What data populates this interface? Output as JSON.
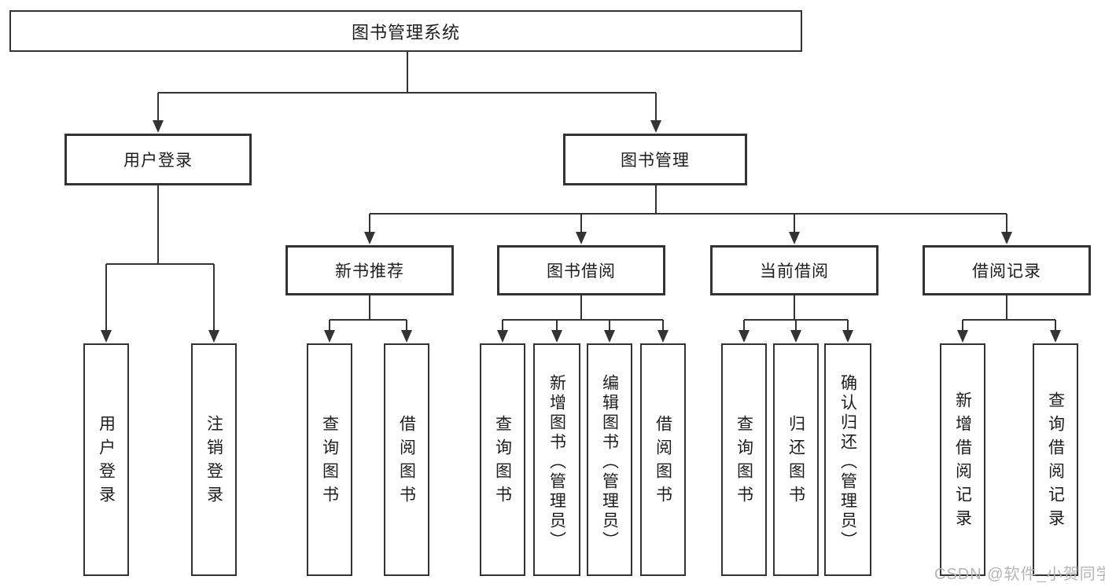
{
  "nodes": {
    "root": "图书管理系统",
    "user_login": "用户登录",
    "book_mgmt": "图书管理",
    "new_book_rec": "新书推荐",
    "book_borrow": "图书借阅",
    "current_borrow": "当前借阅",
    "borrow_records": "借阅记录",
    "leaf_user_login": "用户登录",
    "leaf_logout": "注销登录",
    "leaf_nb_query": "查询图书",
    "leaf_nb_borrow": "借阅图书",
    "leaf_bb_query": "查询图书",
    "leaf_bb_add": "新增图书（管理员）",
    "leaf_bb_edit": "编辑图书（管理员）",
    "leaf_bb_borrow": "借阅图书",
    "leaf_cb_query": "查询图书",
    "leaf_cb_return": "归还图书",
    "leaf_cb_confirm": "确认归还（管理员）",
    "leaf_br_add": "新增借阅记录",
    "leaf_br_query": "查询借阅记录"
  },
  "watermark": "CSDN @软件_小贺同学",
  "colors": {
    "line": "#333333",
    "text": "#1d1d1d",
    "background": "#ffffff",
    "watermark": "#b5b5b5"
  }
}
